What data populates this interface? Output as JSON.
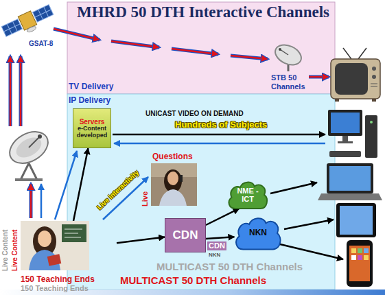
{
  "diagram": {
    "title": "MHRD 50 DTH Interactive Channels",
    "nodes": [
      {
        "text": [
          "Servers",
          "e-Content developed"
        ]
      },
      {
        "text": [
          "NME -ICT"
        ]
      },
      {
        "text": [
          "CDN"
        ]
      },
      {
        "text": [
          "NKN"
        ]
      },
      {
        "text": [
          "150 Teaching Ends"
        ]
      }
    ],
    "edges": [
      {
        "from": 4,
        "to": 0,
        "arrow": "to"
      },
      {
        "from": 4,
        "to": 2,
        "arrow": "to"
      },
      {
        "from": 2,
        "to": 1,
        "arrow": "to"
      },
      {
        "from": 2,
        "to": 3,
        "arrow": "to"
      }
    ],
    "labels": [
      "GSAT-8",
      "STB 50 Channels",
      "TV Delivery",
      "IP Delivery",
      "UNICAST VIDEO ON DEMAND",
      "Hundreds of Subjects",
      "Questions",
      "Live",
      "Live interactivity",
      "CDN",
      "NKN",
      "MULTICAST 50 DTH Channels",
      "Live Content",
      "Live Content",
      "MULTICAST 50 DTH Channels",
      "150 Teaching Ends"
    ]
  }
}
